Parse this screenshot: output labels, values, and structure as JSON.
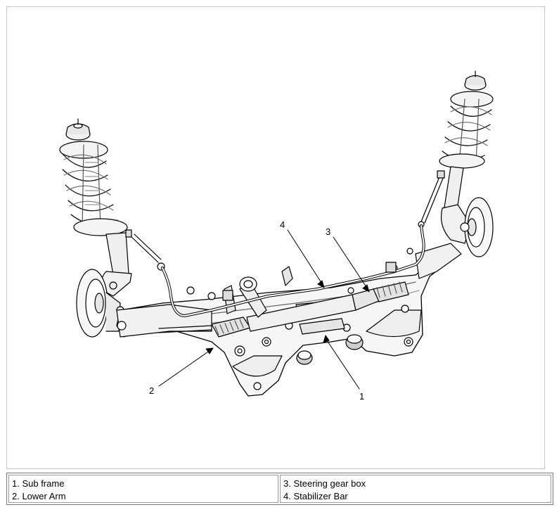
{
  "diagram": {
    "callouts": [
      "1",
      "2",
      "3",
      "4"
    ]
  },
  "legend": {
    "left": [
      "1. Sub frame",
      "2. Lower Arm"
    ],
    "right": [
      "3. Steering gear box",
      "4. Stabilizer Bar"
    ]
  }
}
